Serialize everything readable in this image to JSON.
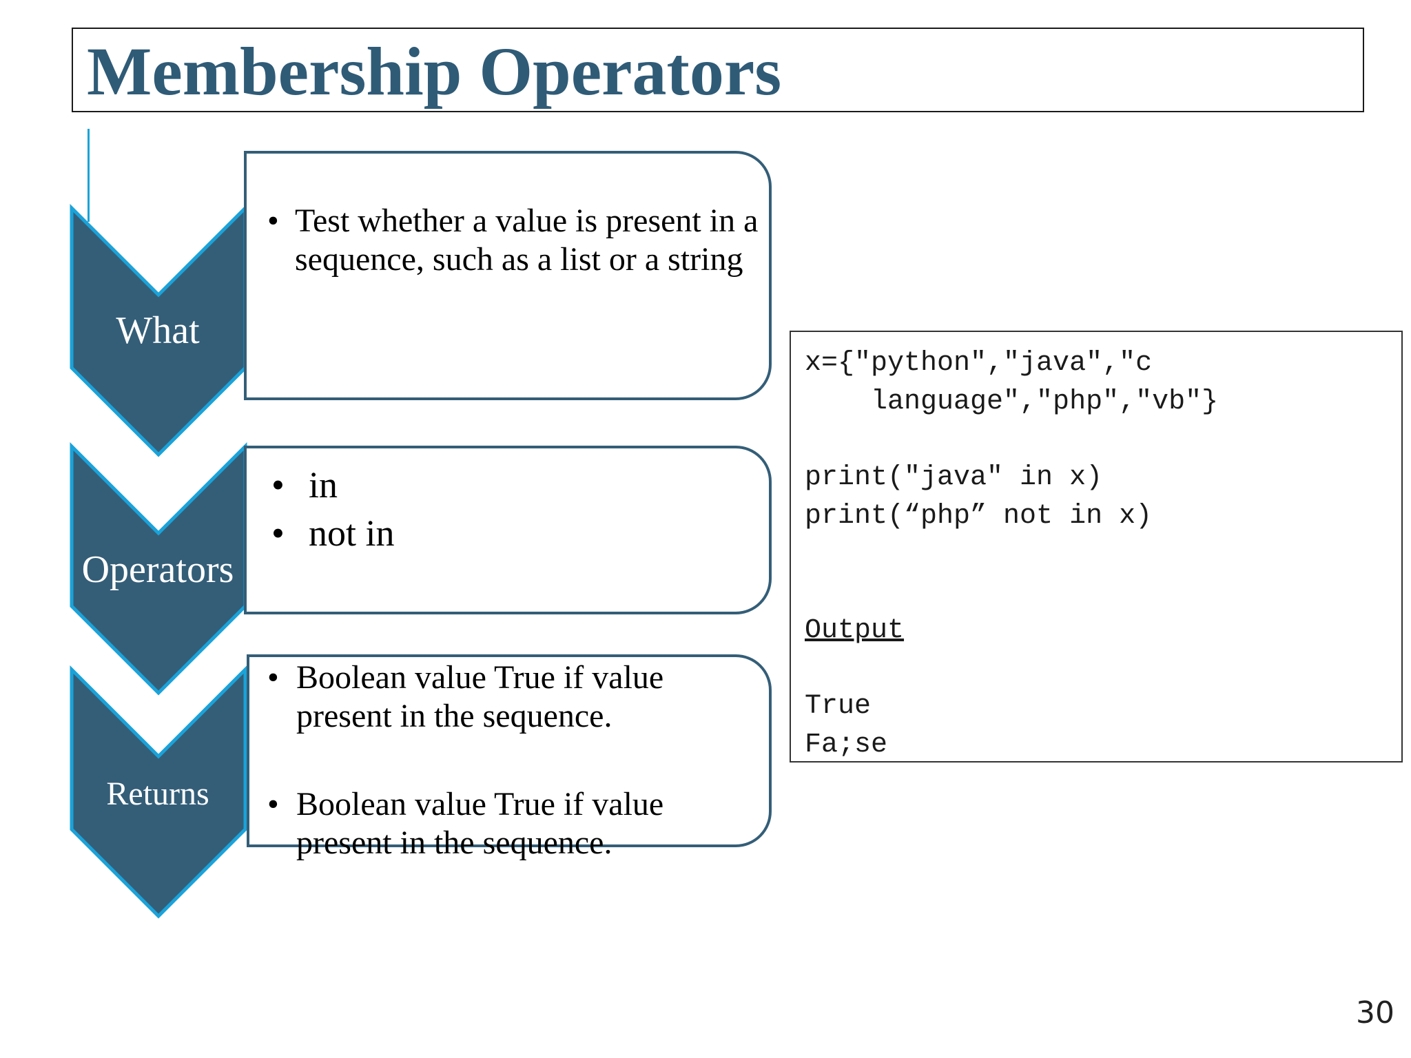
{
  "slide": {
    "title": "Membership Operators",
    "page_number": "30"
  },
  "steps": [
    {
      "label": "What",
      "bullets": [
        "Test whether a value is present in a sequence, such as a list or a string"
      ]
    },
    {
      "label": "Operators",
      "bullets": [
        "in",
        "not in"
      ]
    },
    {
      "label": "Returns",
      "bullets": [
        "Boolean value  True if value present in the sequence.",
        "Boolean value  True if value present in the sequence."
      ]
    }
  ],
  "code": {
    "lines": [
      "x={\"python\",\"java\",\"c",
      "    language\",\"php\",\"vb\"}",
      "print(\"java\" in x)",
      "print(“php” not in x)"
    ],
    "output_heading": "Output",
    "output_lines": [
      "True",
      "Fa;se"
    ]
  },
  "colors": {
    "title": "#2f5b77",
    "chevron_fill": "#345e78",
    "chevron_outline": "#1aa3d9",
    "panel_border": "#345e78"
  }
}
